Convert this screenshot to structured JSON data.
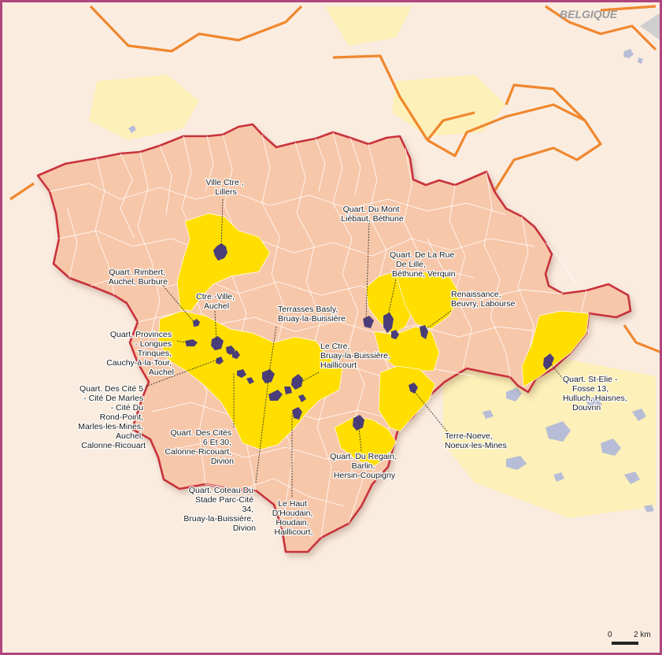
{
  "map": {
    "country_label": "BELGIQUE",
    "scale": {
      "zero": "0",
      "value": "2 km"
    },
    "colors": {
      "background": "#fbece0",
      "frame": "#b0457e",
      "territory": "#f7c7a9",
      "territory_border": "#c8323c",
      "priority_zone": "#ffde00",
      "district_patch": "#4a3d7a",
      "neighbor_area": "#fdf0b8",
      "orange_boundary": "#f0872e",
      "urban_blue": "#b7bdd6"
    },
    "labels": [
      {
        "id": "ville-ctre-lillers",
        "lines": [
          "Ville Ctre ,",
          "Lillers"
        ]
      },
      {
        "id": "quart-rimbert",
        "lines": [
          "Quart. Rimbert,",
          "Auchel, Burbure"
        ]
      },
      {
        "id": "ctre-ville-auchel",
        "lines": [
          "Ctre -Ville,",
          "Auchel"
        ]
      },
      {
        "id": "quart-provinces",
        "lines": [
          "Quart. Provinces",
          "- Longues",
          "Trinques,",
          "Cauchy-à-la-Tour,",
          "Auchel"
        ]
      },
      {
        "id": "quart-des-cite-5",
        "lines": [
          "Quart. Des Cité 5",
          "- Cité De Marles",
          "- Cité Du",
          "Rond-Point,",
          "Marles-les-Mines,",
          "Auchel,",
          "Calonne-Ricouart"
        ]
      },
      {
        "id": "quart-des-cites-6",
        "lines": [
          "Quart. Des Cités",
          "6 Et 30,",
          "Calonne-Ricouart,",
          "Divion"
        ]
      },
      {
        "id": "quart-coteau",
        "lines": [
          "Quart. Coteau Du",
          "Stade Parc-Cité",
          "34,",
          "Bruay-la-Buissière,",
          "Divion"
        ]
      },
      {
        "id": "le-haut-houdain",
        "lines": [
          "Le Haut",
          "D'Houdain,",
          "Houdain,",
          "Haillicourt,"
        ]
      },
      {
        "id": "terrasses-basly",
        "lines": [
          "Terrasses Basly,",
          "Bruay-la-Buissière"
        ]
      },
      {
        "id": "le-ctre-bruay",
        "lines": [
          "Le Ctre,",
          "Bruay-la-Buissière,",
          "Haillicourt"
        ]
      },
      {
        "id": "quart-du-mont-liebaut",
        "lines": [
          "Quart. Du Mont",
          "Liébaut, Béthune"
        ]
      },
      {
        "id": "quart-de-la-rue-de-lille",
        "lines": [
          "Quart. De La Rue",
          "De Lille,",
          "Béthune, Verquin"
        ]
      },
      {
        "id": "renaissance",
        "lines": [
          "Renaissance,",
          "Beuvry, Labourse"
        ]
      },
      {
        "id": "quart-du-regain",
        "lines": [
          "Quart. Du Regain,",
          "Barlin,",
          "Hersin-Coupigny"
        ]
      },
      {
        "id": "terre-noeve",
        "lines": [
          "Terre-Noeve,",
          "Noeux-les-Mines"
        ]
      },
      {
        "id": "quart-st-elie",
        "lines": [
          "Quart. St-Elie -",
          "Fosse 13,",
          "Hulluch, Haisnes,",
          "Douvrin"
        ]
      }
    ]
  }
}
